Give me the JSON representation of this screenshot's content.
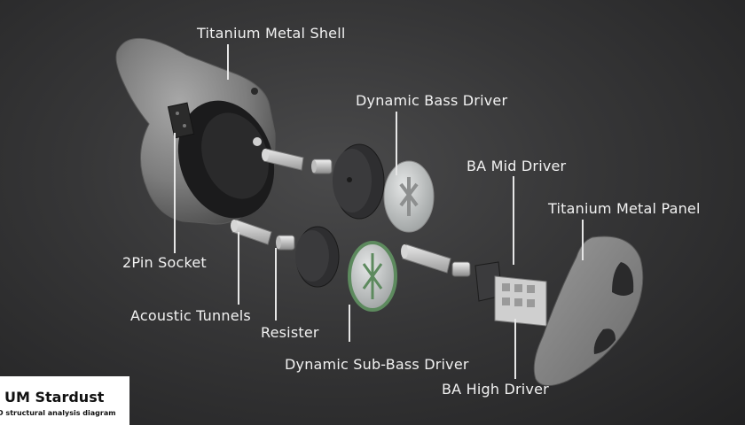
{
  "diagram": {
    "labels": {
      "titanium_metal_shell": "Titanium Metal Shell",
      "dynamic_bass_driver": "Dynamic Bass Driver",
      "ba_mid_driver": "BA Mid Driver",
      "titanium_metal_panel": "Titanium Metal Panel",
      "two_pin_socket": "2Pin Socket",
      "acoustic_tunnels": "Acoustic Tunnels",
      "resister": "Resister",
      "dynamic_sub_bass_driver": "Dynamic Sub-Bass Driver",
      "ba_high_driver": "BA High Driver"
    }
  },
  "brand": {
    "title": "UM Stardust",
    "subtitle": "D structural analysis diagram"
  },
  "colors": {
    "background": "#363637",
    "label_text": "#f2f2f2",
    "metal": "#8e8e8e",
    "driver_dark": "#2e2e30",
    "driver_face": "#c9cccc",
    "accent_green": "#5d8a5e"
  }
}
